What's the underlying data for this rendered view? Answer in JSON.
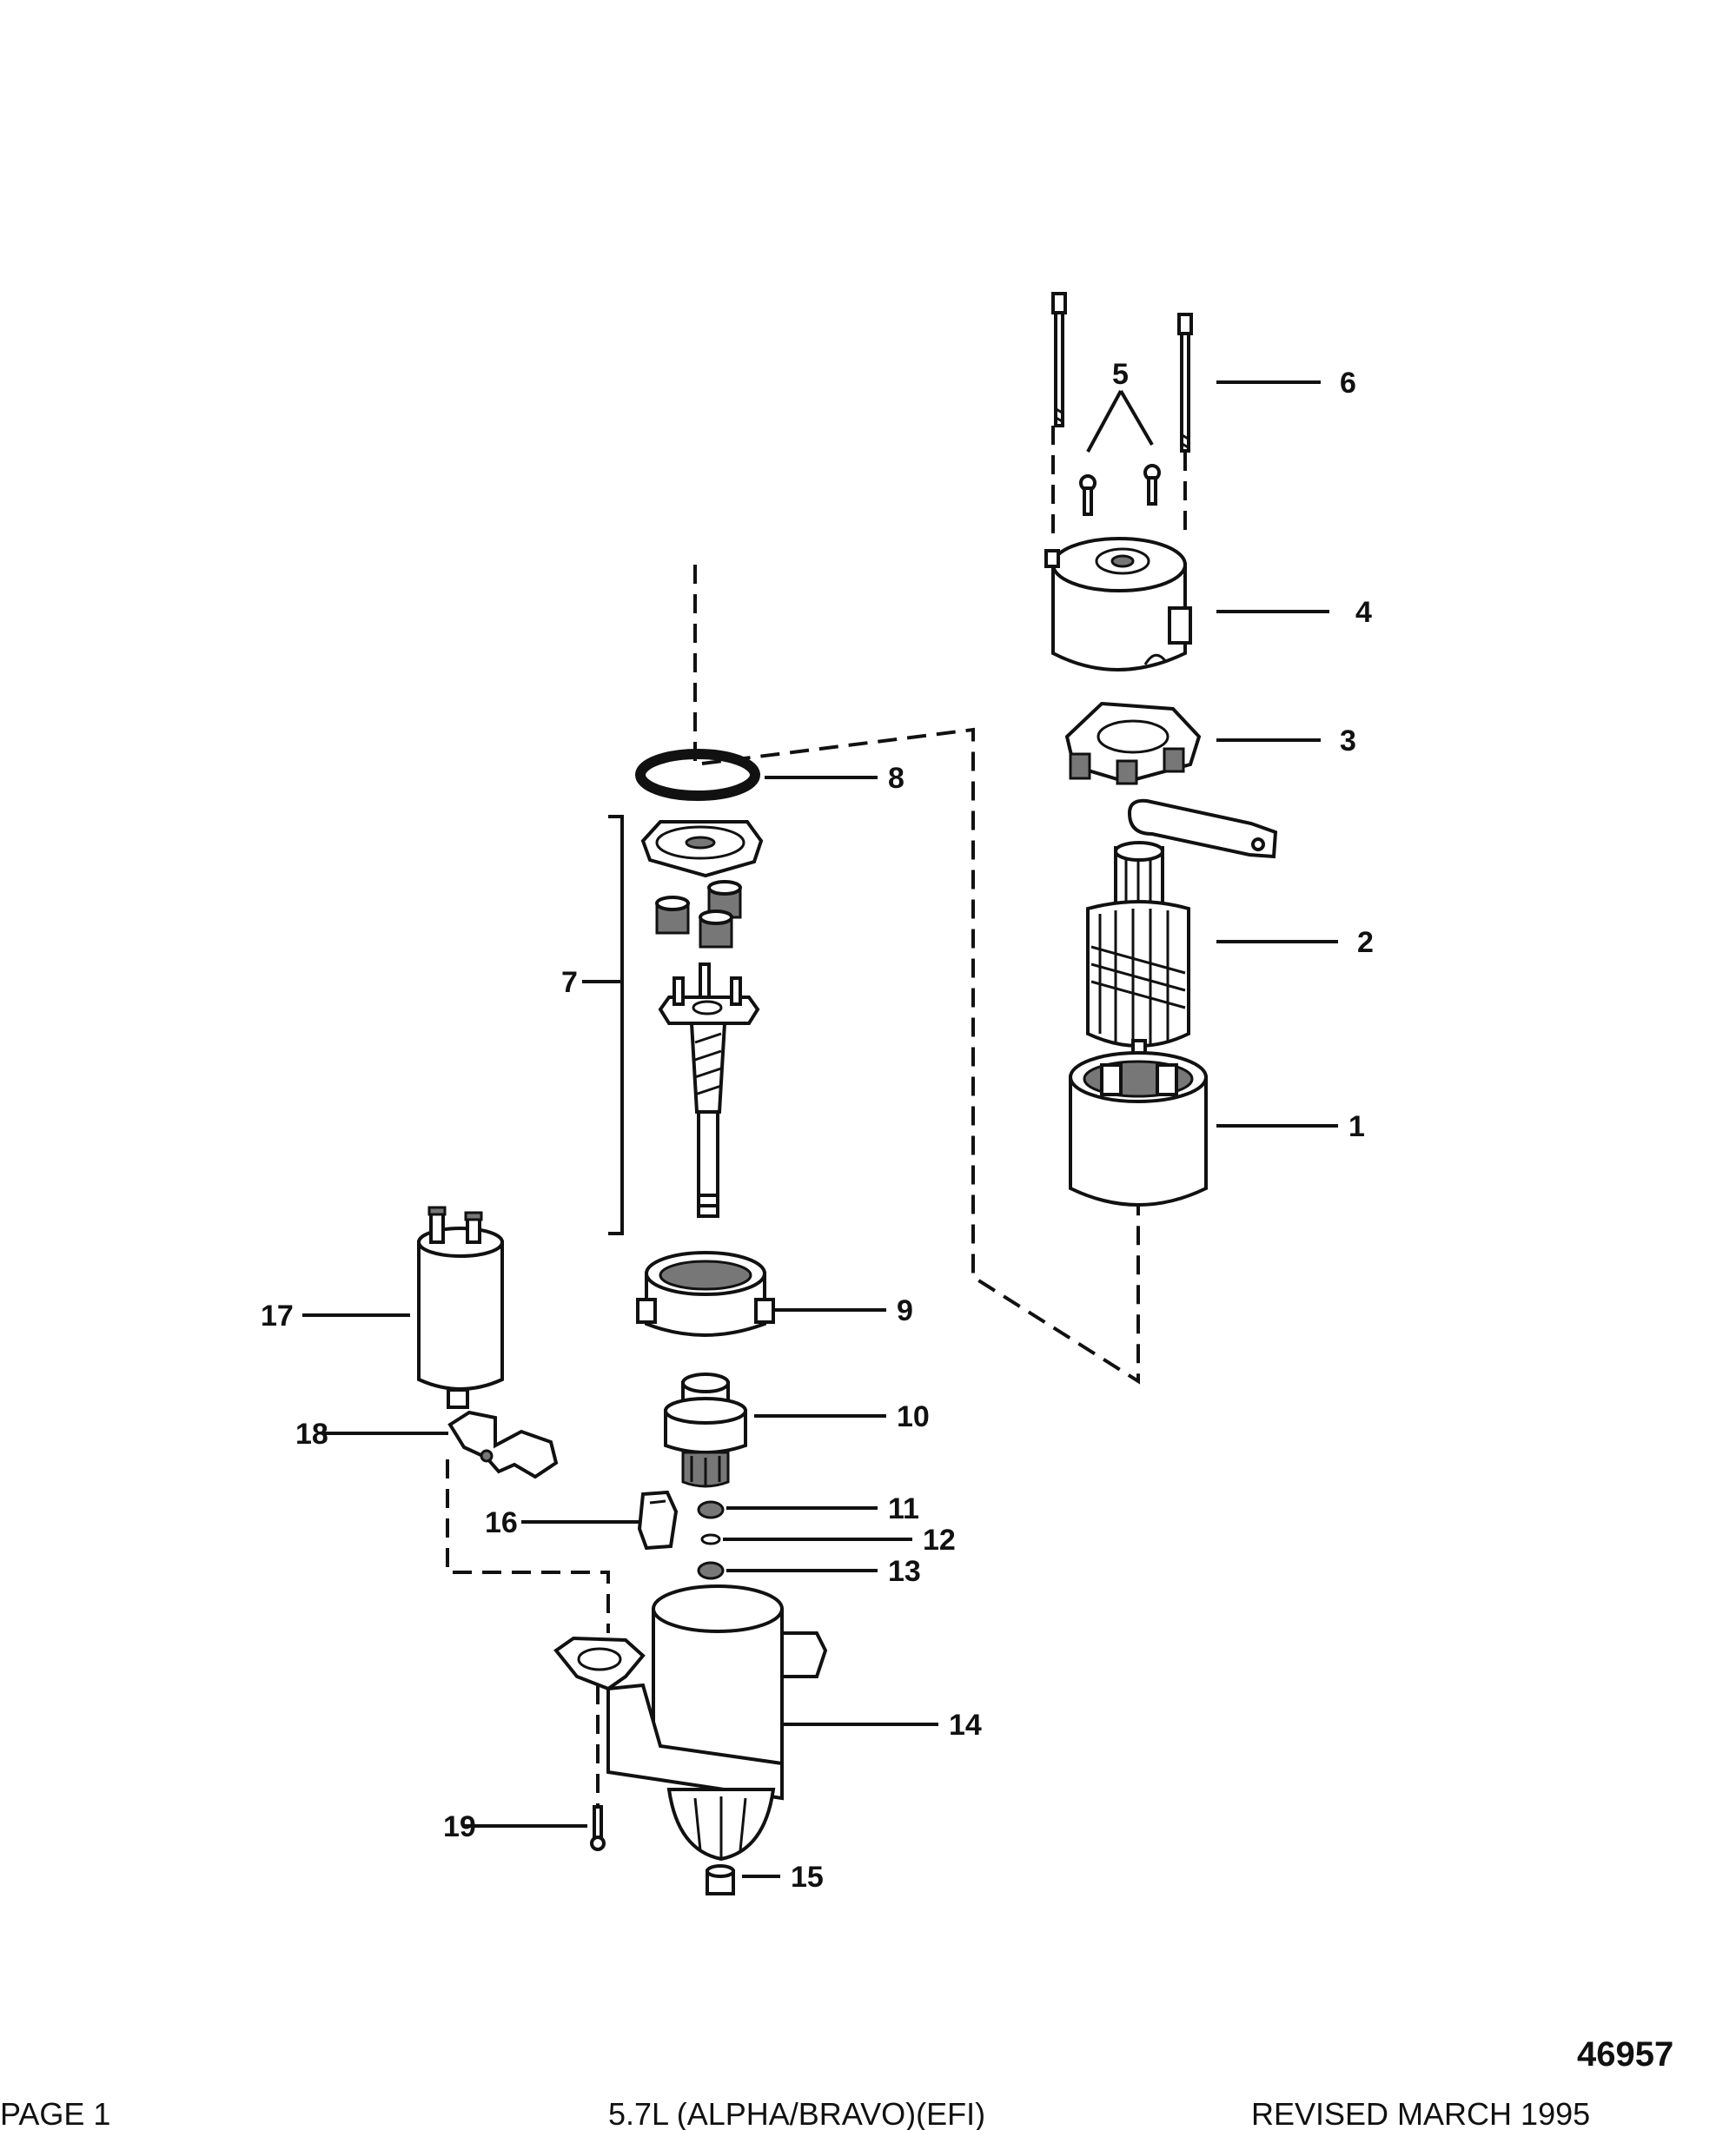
{
  "callouts": [
    "1",
    "2",
    "3",
    "4",
    "5",
    "6",
    "7",
    "8",
    "9",
    "10",
    "11",
    "12",
    "13",
    "14",
    "15",
    "16",
    "17",
    "18",
    "19"
  ],
  "figure_number": "46957",
  "footer": {
    "left": "PAGE 1",
    "center": "5.7L (ALPHA/BRAVO)(EFI)",
    "right": "REVISED MARCH 1995"
  }
}
